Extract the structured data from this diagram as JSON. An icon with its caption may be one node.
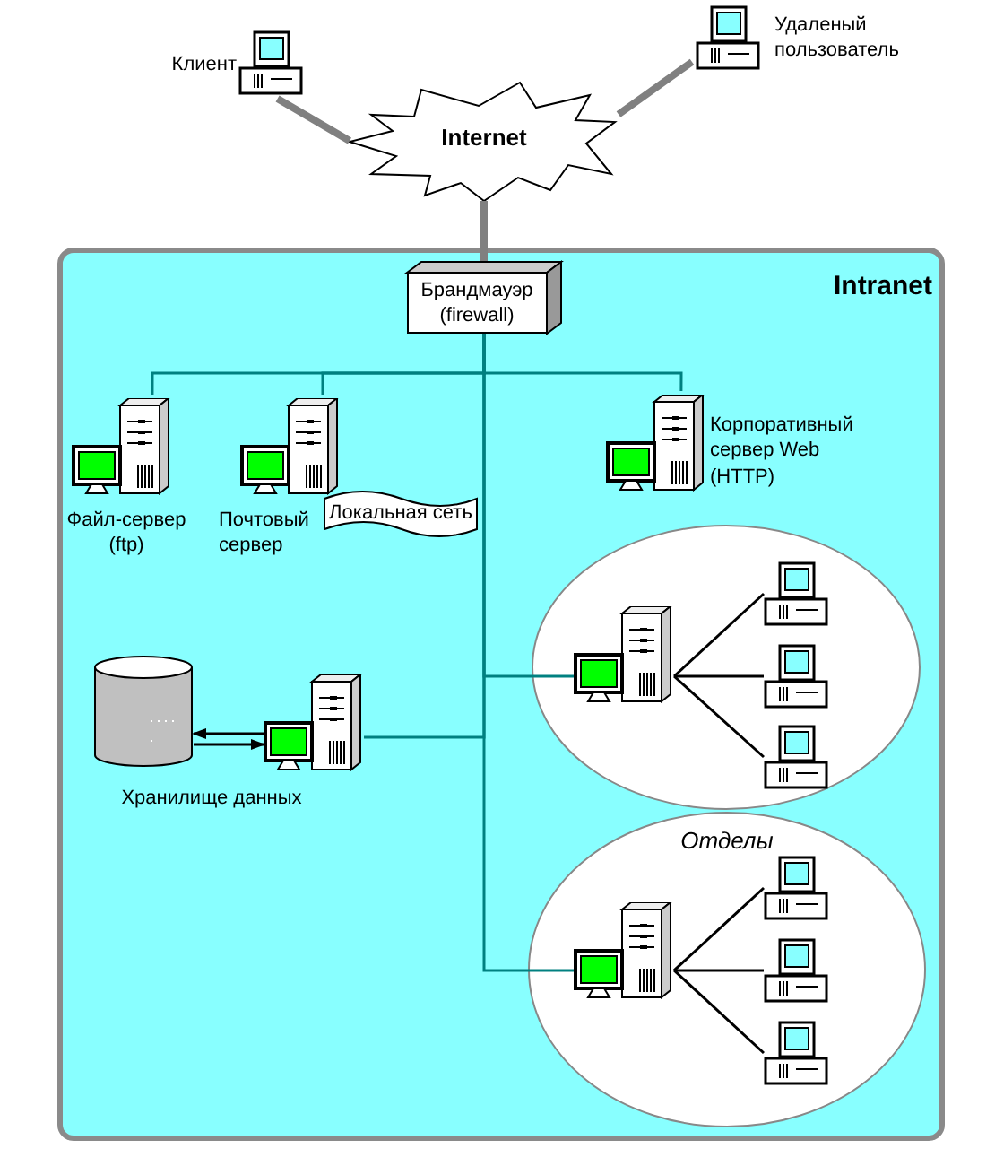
{
  "diagram": {
    "nodes": [
      {
        "text": [
          "Клиент"
        ]
      },
      {
        "text": [
          "Удаленый пользователь"
        ]
      },
      {
        "text": [
          "Internet"
        ]
      },
      {
        "text": [
          "Intranet"
        ]
      },
      {
        "text": [
          "Брандмауэр (firewall)"
        ],
        "in": 3
      },
      {
        "text": [
          "Файл-сервер (ftp)"
        ],
        "in": 3
      },
      {
        "text": [
          "Почтовый сервер"
        ],
        "in": 3
      },
      {
        "text": [
          "Корпоративный сервер Web (HTTP)"
        ],
        "in": 3
      },
      {
        "text": [
          "Локальная сеть"
        ],
        "in": 3
      },
      {
        "text": [],
        "shape": "cylinder",
        "beside": [
          "Хранилище данных"
        ],
        "in": 3
      },
      {
        "text": [],
        "shape": "picture",
        "in": 3
      },
      {
        "text": [],
        "shape": "circle",
        "in": 3
      },
      {
        "text": [],
        "shape": "picture",
        "in": 11
      },
      {
        "text": [],
        "shape": "picture",
        "in": 11
      },
      {
        "text": [],
        "shape": "picture",
        "in": 11
      },
      {
        "text": [],
        "shape": "picture",
        "in": 11
      },
      {
        "text": [
          "Отделы"
        ],
        "in": 3
      },
      {
        "text": [],
        "shape": "picture",
        "in": 16
      },
      {
        "text": [],
        "shape": "picture",
        "in": 16
      },
      {
        "text": [],
        "shape": "picture",
        "in": 16
      },
      {
        "text": [],
        "shape": "picture",
        "in": 16
      }
    ],
    "edges": [
      {
        "from": 0,
        "to": 2,
        "arrow": "none",
        "style": "thick",
        "color": "#808080"
      },
      {
        "from": 1,
        "to": 2,
        "arrow": "none",
        "style": "thick",
        "color": "#808080"
      },
      {
        "from": 2,
        "to": 4,
        "arrow": "none",
        "style": "thick",
        "color": "#808080"
      },
      {
        "from": 4,
        "to": 5,
        "arrow": "none",
        "color": "#008080"
      },
      {
        "from": 4,
        "to": 6,
        "arrow": "none",
        "color": "#008080"
      },
      {
        "from": 4,
        "to": 7,
        "arrow": "none",
        "color": "#008080"
      },
      {
        "from": 4,
        "to": 10,
        "arrow": "none",
        "color": "#008080"
      },
      {
        "from": 4,
        "to": 12,
        "arrow": "none",
        "color": "#008080"
      },
      {
        "from": 4,
        "to": 17,
        "arrow": "none",
        "color": "#008080"
      },
      {
        "from": 10,
        "to": 9,
        "arrow": "to"
      },
      {
        "from": 9,
        "to": 10,
        "arrow": "to"
      },
      {
        "from": 12,
        "to": 13,
        "arrow": "none"
      },
      {
        "from": 12,
        "to": 14,
        "arrow": "none"
      },
      {
        "from": 12,
        "to": 15,
        "arrow": "none"
      },
      {
        "from": 17,
        "to": 18,
        "arrow": "none"
      },
      {
        "from": 17,
        "to": 19,
        "arrow": "none"
      },
      {
        "from": 17,
        "to": 20,
        "arrow": "none"
      }
    ]
  }
}
